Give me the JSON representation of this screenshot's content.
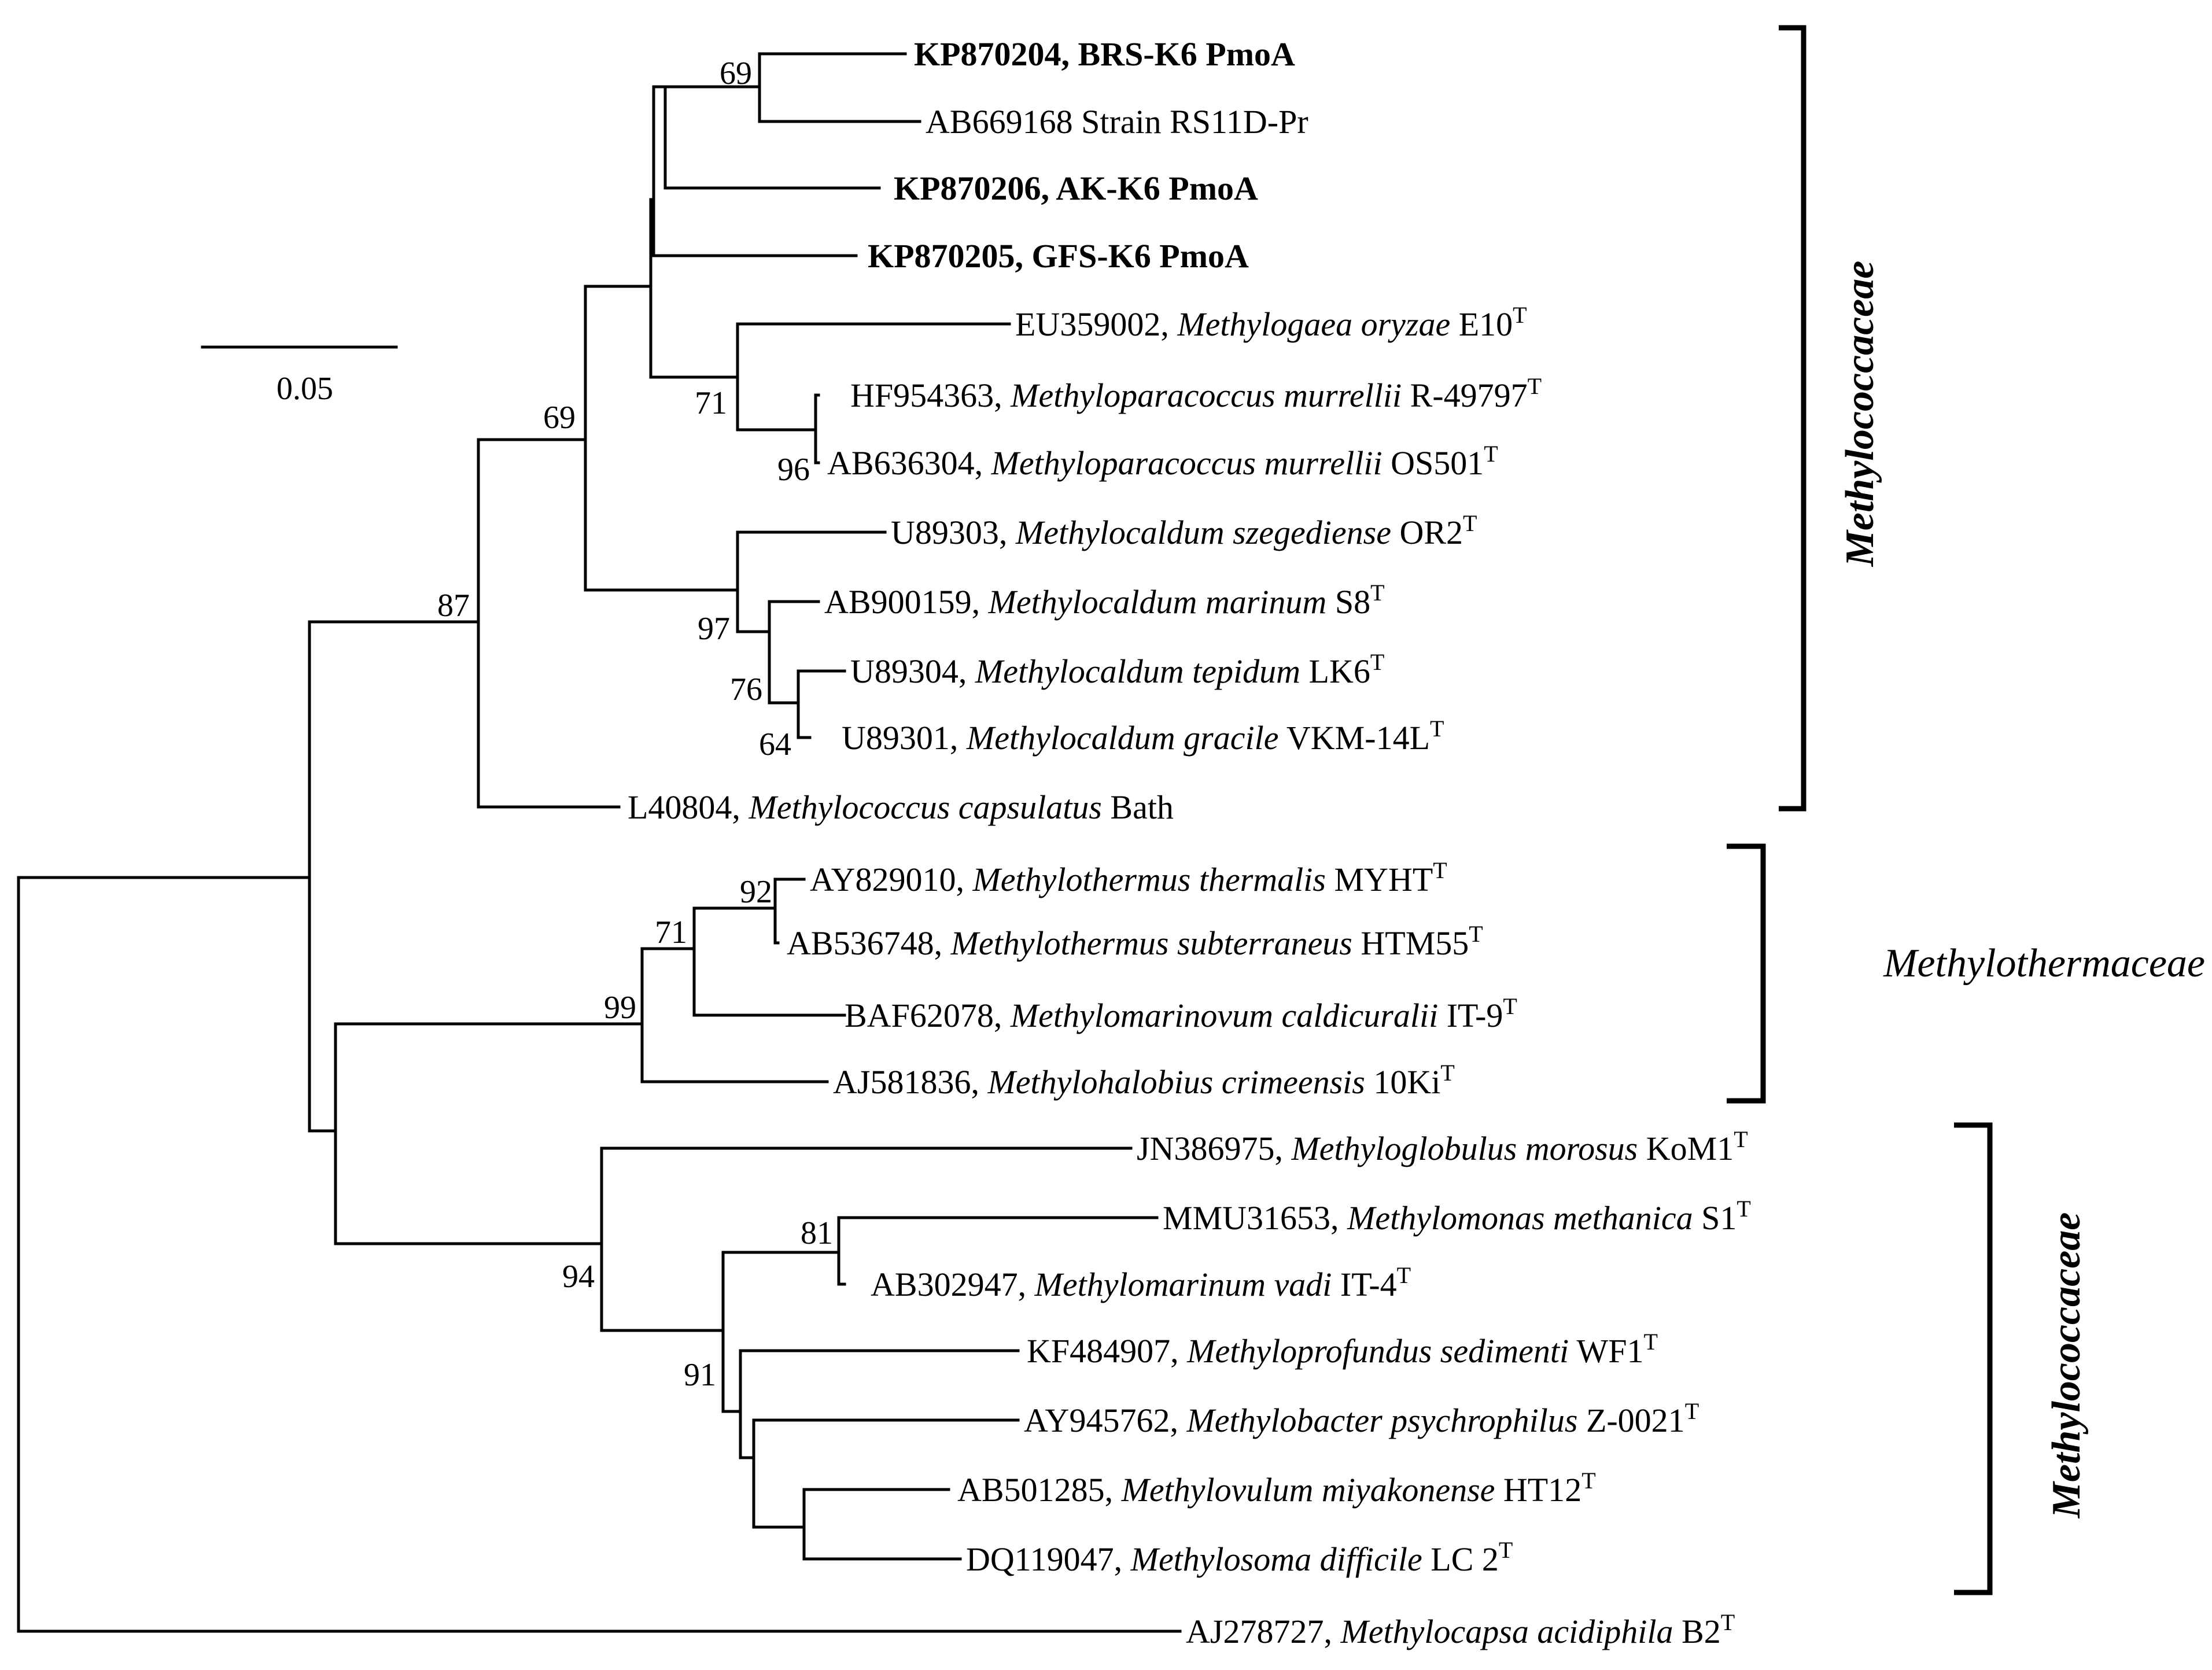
{
  "tree": {
    "scale_bar_label": "0.05",
    "leaves": [
      {
        "id": "kp870204",
        "acc": "KP870204, BRS-K6 PmoA",
        "species": "",
        "strain": "",
        "type": false,
        "bold": true
      },
      {
        "id": "ab669168",
        "acc": "AB669168 Strain  RS11D-Pr",
        "species": "",
        "strain": "",
        "type": false,
        "bold": false
      },
      {
        "id": "kp870206",
        "acc": "KP870206,  AK-K6 PmoA",
        "species": "",
        "strain": "",
        "type": false,
        "bold": true
      },
      {
        "id": "kp870205",
        "acc": "KP870205,  GFS-K6 PmoA",
        "species": "",
        "strain": "",
        "type": false,
        "bold": true
      },
      {
        "id": "eu359002",
        "acc": "EU359002, ",
        "species": "Methylogaea oryzae",
        "strain": "  E10",
        "type": true,
        "bold": false
      },
      {
        "id": "hf954363",
        "acc": "HF954363, ",
        "species": "Methyloparacoccus murrellii",
        "strain": "  R-49797",
        "type": true,
        "bold": false
      },
      {
        "id": "ab636304",
        "acc": "AB636304, ",
        "species": "Methyloparacoccus murrellii",
        "strain": " OS501",
        "type": true,
        "bold": false
      },
      {
        "id": "u89303",
        "acc": "U89303, ",
        "species": "Methylocaldum szegediense",
        "strain": "  OR2",
        "type": true,
        "bold": false
      },
      {
        "id": "ab900159",
        "acc": "AB900159, ",
        "species": "Methylocaldum marinum",
        "strain": "  S8",
        "type": true,
        "bold": false
      },
      {
        "id": "u89304",
        "acc": "U89304, ",
        "species": "Methylocaldum tepidum",
        "strain": "  LK6",
        "type": true,
        "bold": false
      },
      {
        "id": "u89301",
        "acc": "U89301, ",
        "species": "Methylocaldum gracile",
        "strain": "  VKM-14L",
        "type": true,
        "bold": false
      },
      {
        "id": "l40804",
        "acc": "L40804,  ",
        "species": "Methylococcus capsulatus",
        "strain": " Bath",
        "type": false,
        "bold": false
      },
      {
        "id": "ay829010",
        "acc": "AY829010, ",
        "species": "Methylothermus thermalis",
        "strain": "  MYHT",
        "type": true,
        "bold": false
      },
      {
        "id": "ab536748",
        "acc": "AB536748, ",
        "species": "Methylothermus subterraneus",
        "strain": "  HTM55",
        "type": true,
        "bold": false
      },
      {
        "id": "baf62078",
        "acc": "BAF62078, ",
        "species": "Methylomarinovum caldicuralii",
        "strain": "   IT-9",
        "type": true,
        "bold": false
      },
      {
        "id": "aj581836",
        "acc": "AJ581836, ",
        "species": "Methylohalobius crimeensis",
        "strain": " 10Ki",
        "type": true,
        "bold": false
      },
      {
        "id": "jn386975",
        "acc": "JN386975, ",
        "species": "Methyloglobulus morosus",
        "strain": " KoM1",
        "type": true,
        "bold": false
      },
      {
        "id": "mmu31653",
        "acc": "MMU31653, ",
        "species": "Methylomonas methanica",
        "strain": "  S1",
        "type": true,
        "bold": false
      },
      {
        "id": "ab302947",
        "acc": "AB302947, ",
        "species": "Methylomarinum vadi",
        "strain": "  IT-4",
        "type": true,
        "bold": false
      },
      {
        "id": "kf484907",
        "acc": "KF484907, ",
        "species": "Methyloprofundus sedimenti",
        "strain": "  WF1",
        "type": true,
        "bold": false
      },
      {
        "id": "ay945762",
        "acc": "AY945762, ",
        "species": "Methylobacter psychrophilus",
        "strain": "   Z-0021",
        "type": true,
        "bold": false
      },
      {
        "id": "ab501285",
        "acc": "AB501285, ",
        "species": "Methylovulum miyakonense",
        "strain": "  HT12",
        "type": true,
        "bold": false
      },
      {
        "id": "dq119047",
        "acc": "DQ119047, ",
        "species": "Methylosoma difficile",
        "strain": "  LC 2",
        "type": true,
        "bold": false
      },
      {
        "id": "aj278727",
        "acc": "AJ278727, ",
        "species": "Methylocapsa acidiphila",
        "strain": " B2",
        "type": true,
        "bold": false
      }
    ],
    "type_superscript": "T",
    "bootstrap": {
      "n69a": "69",
      "n69b": "69",
      "n71a": "71",
      "n96": "96",
      "n87": "87",
      "n97": "97",
      "n76": "76",
      "n64": "64",
      "n92": "92",
      "n71b": "71",
      "n99": "99",
      "n94": "94",
      "n81": "81",
      "n91": "91"
    },
    "families": {
      "methylococcaceae_top": "Methylococcaceae",
      "methylothermaceae": "Methylothermaceae",
      "methylococcaceae_bottom": "Methylococcaceae"
    }
  }
}
